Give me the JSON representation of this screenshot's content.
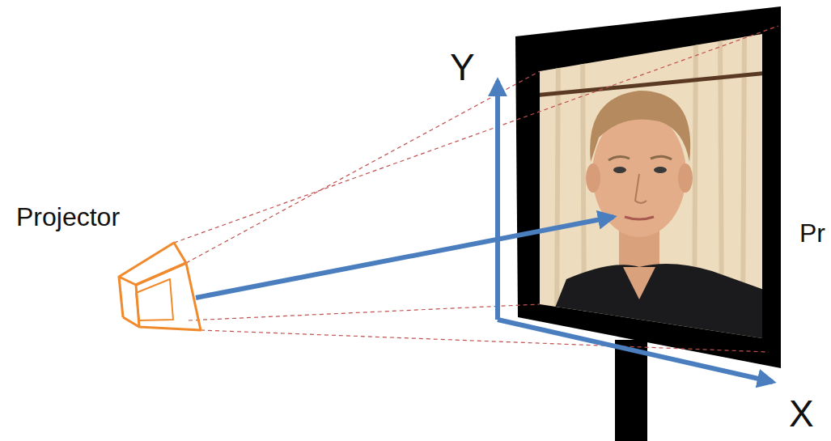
{
  "diagram": {
    "labels": [
      "Projector",
      "Y",
      "X",
      "Pr"
    ]
  }
}
